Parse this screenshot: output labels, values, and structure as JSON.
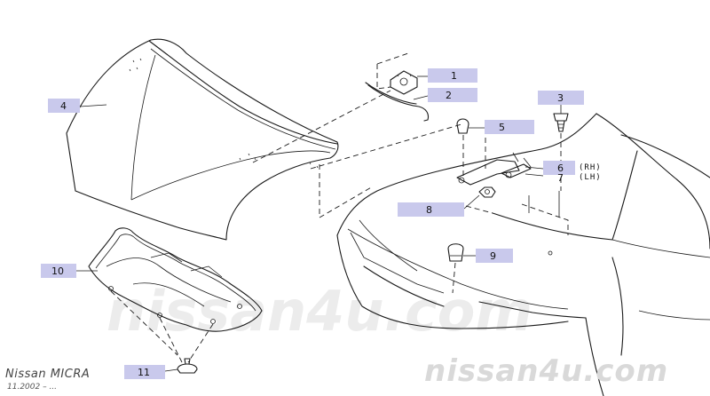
{
  "callouts": [
    {
      "number": "1"
    },
    {
      "number": "2"
    },
    {
      "number": "3"
    },
    {
      "number": "4"
    },
    {
      "number": "5"
    },
    {
      "number": "6",
      "side": "(RH)"
    },
    {
      "number": "7",
      "side": "(LH)"
    },
    {
      "number": "8"
    },
    {
      "number": "9"
    },
    {
      "number": "10"
    },
    {
      "number": "11"
    }
  ],
  "footer": {
    "model": "Nissan MICRA",
    "date_range": "11.2002 – ...",
    "site": "nissan4u.com"
  },
  "watermark": "nissan4u.com",
  "colors": {
    "label_box": "#c9c9ec",
    "line": "#1a1a1a",
    "watermark": "#e6e6e6"
  }
}
